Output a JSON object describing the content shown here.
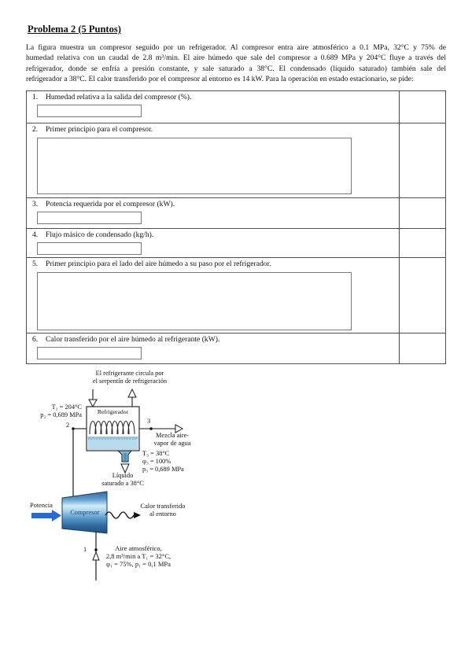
{
  "header": {
    "title": "Problema 2 (5 Puntos)"
  },
  "intro": {
    "lines": [
      "La figura muestra un compresor seguido por un refrigerador. Al compresor entra aire atmosférico a 0.1 MPa, 32°C y 75% de",
      "humedad relativa con un caudal de 2.8 m³/min. El aire húmedo que sale del compresor a 0.689 MPa y 204°C fluye a través del",
      "refrigerador, donde se enfría a presión constante, y sale saturado a 38°C. El condensado (líquido saturado) también sale del",
      "refrigerador a 38°C. El calor transferido por el compresor al entorno es 14 kW. Para la operación en estado estacionario, se pide:"
    ]
  },
  "table": {
    "rows": [
      {
        "num": "1.",
        "text": "Humedad relativa a la salida del compresor (%)."
      },
      {
        "num": "2.",
        "text": "Primer principio para el compresor."
      },
      {
        "num": "3.",
        "text": "Potencia requerida por el compresor (kW)."
      },
      {
        "num": "4.",
        "text": "Flujo másico de condensado (kg/h)."
      },
      {
        "num": "5.",
        "text": "Primer principio para el lado del aire húmedo a su paso por el refrigerador."
      },
      {
        "num": "6.",
        "text": "Calor transferido por el aire húmedo al refrigerante (kW)."
      }
    ]
  },
  "diagram": {
    "caption_line1": "El refrigerante circula por",
    "caption_line2": "el serpentín de refrigeración",
    "state2_temp": "T₂ = 204°C",
    "state2_press": "p₂ = 0,689 MPa",
    "state2_num": "2",
    "refrigerator_label": "Refrigerador",
    "state3_num": "3",
    "mixture_line1": "Mezcla aire-",
    "mixture_line2": "vapor de agua",
    "state3_temp": "T₃ = 38°C",
    "state3_humidity": "φ₃ = 100%",
    "state3_press": "p₃ = 0,689 MPa",
    "condensate_line1": "Líquido",
    "condensate_line2": "saturado a 38°C",
    "power_label": "Potencia",
    "compressor_label": "Compresor",
    "heat_line1": "Calor transferido",
    "heat_line2": "al entorno",
    "state1_num": "1",
    "inlet_line1": "Aire atmosférico,",
    "inlet_line2": "2,8 m³/min a T₁ = 32°C,",
    "inlet_line3": "φ₁ = 75%, p₁ = 0,1 MPa",
    "colors": {
      "power_arrow": "#2a6ace",
      "liquid": "#b7dbea",
      "liquid_surface": "#93c6db",
      "drain_fill": "#7fbbd8",
      "compressor_light": "#d3eaf7",
      "compressor_dark": "#1e4f7e"
    }
  }
}
